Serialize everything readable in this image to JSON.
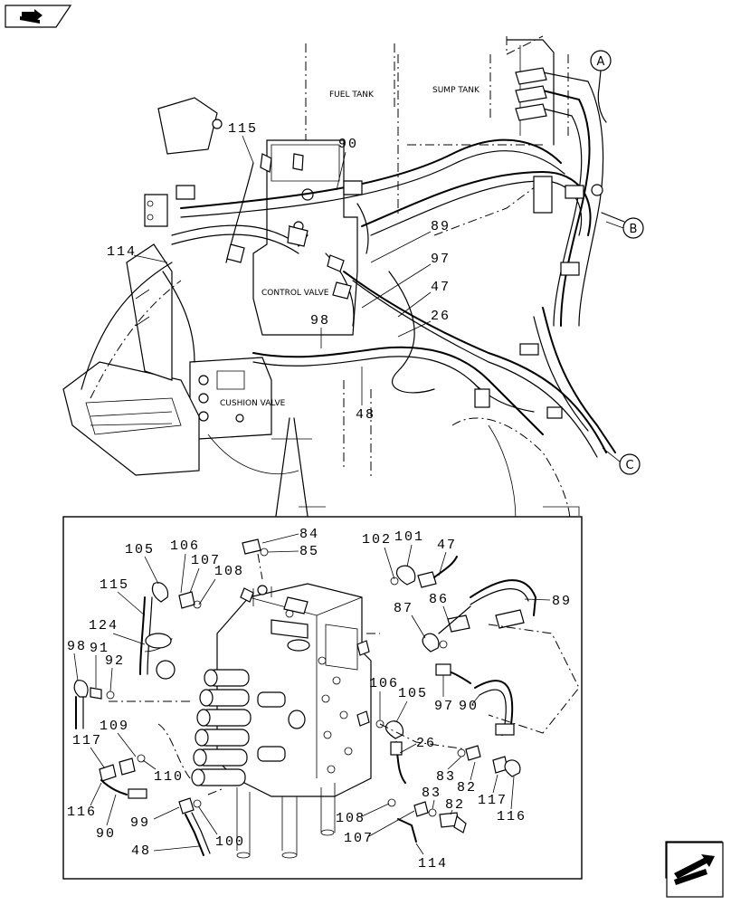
{
  "labels": {
    "fuel_tank": "FUEL TANK",
    "sump_tank": "SUMP TANK",
    "control_valve": "CONTROL VALVE",
    "cushion_valve": "CUSHION VALVE"
  },
  "connectors": {
    "a": "A",
    "b": "B",
    "c": "C"
  },
  "upper_callouts": {
    "c115": "115",
    "c90": "90",
    "c114": "114",
    "c89": "89",
    "c97": "97",
    "c47": "47",
    "c26": "26",
    "c98": "98",
    "c48": "48"
  },
  "detail_callouts": {
    "c84": "84",
    "c85": "85",
    "c105a": "105",
    "c106a": "106",
    "c107a": "107",
    "c108a": "108",
    "c102": "102",
    "c101": "101",
    "c47": "47",
    "c115": "115",
    "c89": "89",
    "c87": "87",
    "c86": "86",
    "c124": "124",
    "c98": "98",
    "c91": "91",
    "c92": "92",
    "c97": "97",
    "c106b": "106",
    "c105b": "105",
    "c109": "109",
    "c90a": "90",
    "c26": "26",
    "c117a": "117",
    "c110": "110",
    "c83a": "83",
    "c82a": "82",
    "c117b": "117",
    "c116a": "116",
    "c116b": "116",
    "c83b": "83",
    "c82b": "82",
    "c90b": "90",
    "c99": "99",
    "c100": "100",
    "c108b": "108",
    "c107b": "107",
    "c48": "48",
    "c114": "114"
  },
  "icons": {
    "top_left": "book-arrow-icon",
    "bottom_right": "next-page-arrow-icon"
  }
}
